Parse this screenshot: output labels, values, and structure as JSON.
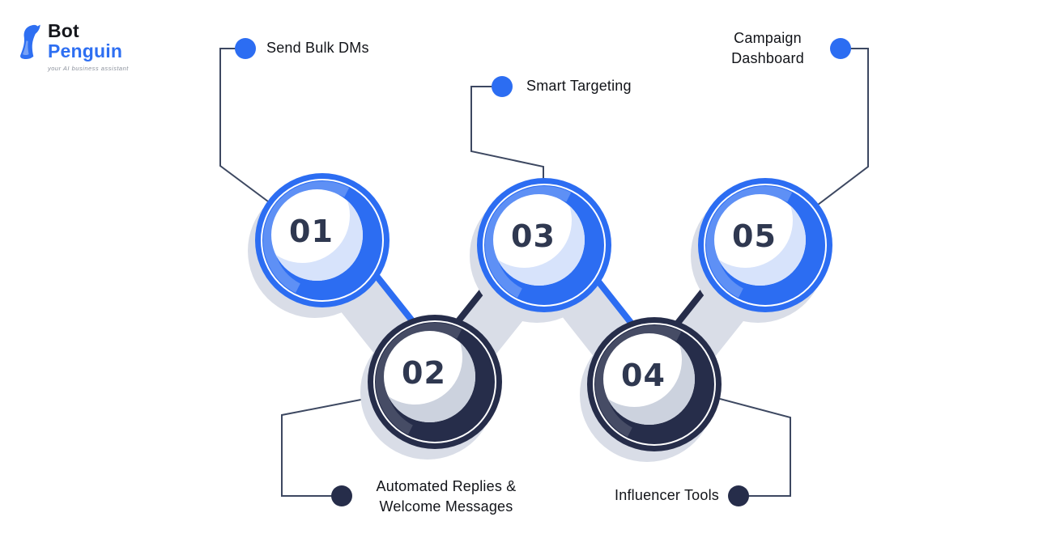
{
  "logo": {
    "bot": "Bot",
    "penguin": "Penguin",
    "tagline": "your AI business assistant"
  },
  "colors": {
    "blue": "#2c6df2",
    "navy": "#262d4a",
    "shadow": "#d9dde7",
    "line": "#3d4861",
    "text": "#121419",
    "number": "#2f3850",
    "pale_blue": "#d7e3fb",
    "pale_gray": "#ccd2de",
    "logo_black": "#15171c",
    "logo_blue": "#2e6ff2",
    "tagline_gray": "#8b919c"
  },
  "steps": [
    {
      "number": "01",
      "variant": "blue",
      "label": "Send Bulk DMs"
    },
    {
      "number": "02",
      "variant": "navy",
      "label": "Automated Replies & Welcome Messages"
    },
    {
      "number": "03",
      "variant": "blue",
      "label": "Smart Targeting"
    },
    {
      "number": "04",
      "variant": "navy",
      "label": "Influencer Tools"
    },
    {
      "number": "05",
      "variant": "blue",
      "label": "Campaign Dashboard"
    }
  ]
}
